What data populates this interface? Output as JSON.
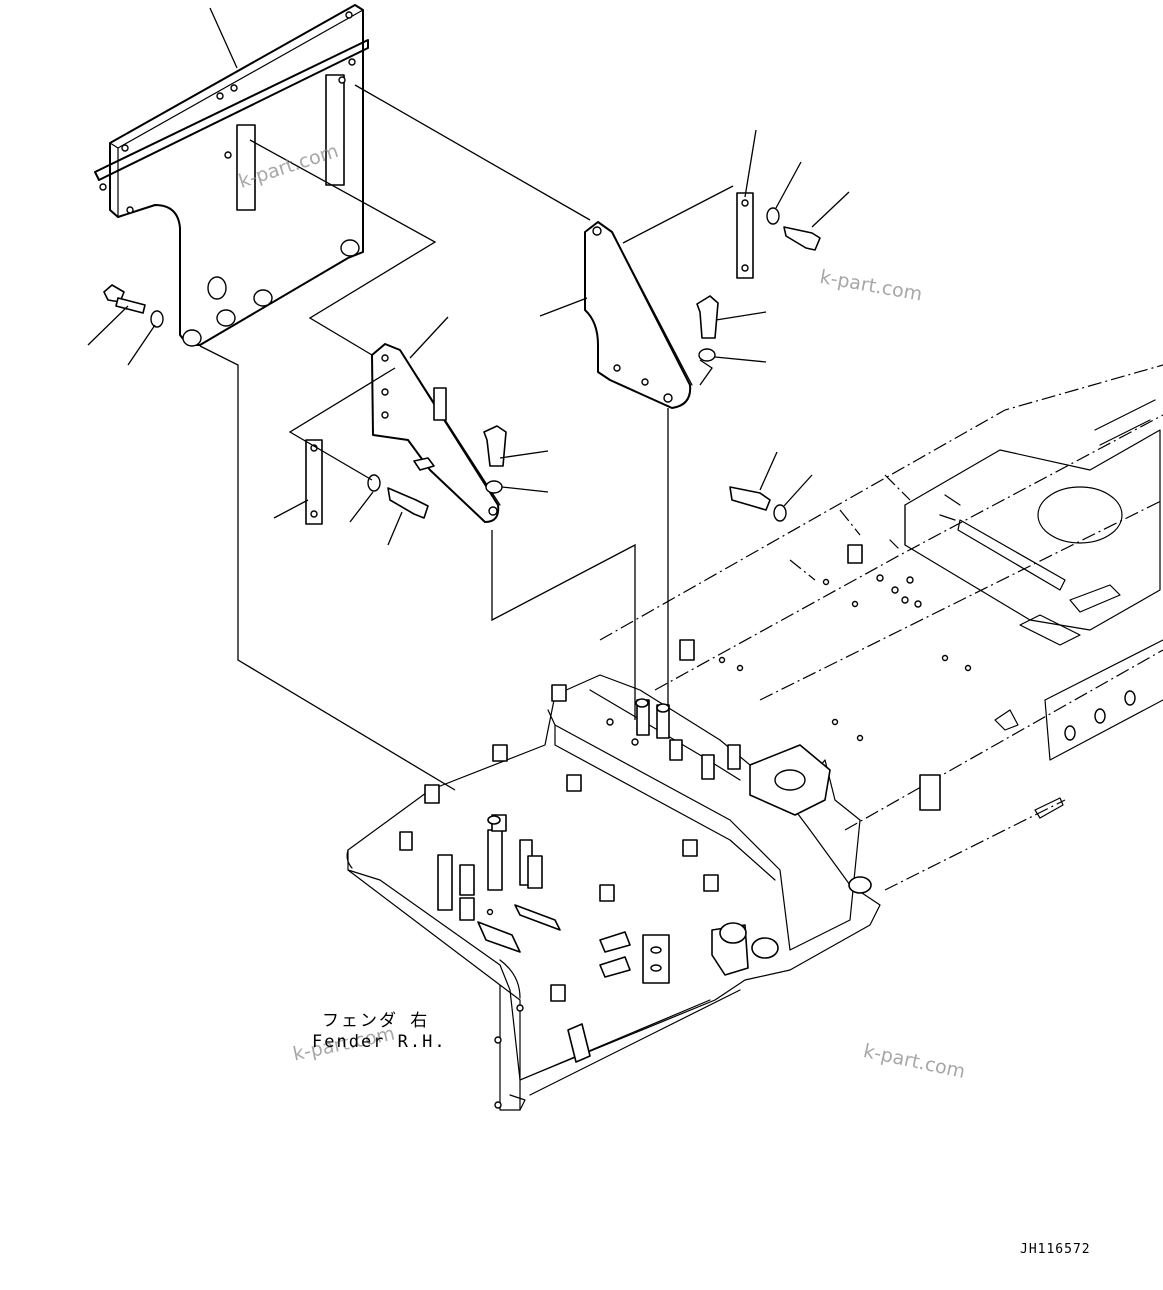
{
  "caption": {
    "japanese": "フェンダ 右",
    "english": "Fender R.H."
  },
  "drawing_code": "JH116572",
  "watermarks": [
    "k-part.com",
    "k-part.com",
    "k-part.com",
    "k-part.com"
  ]
}
